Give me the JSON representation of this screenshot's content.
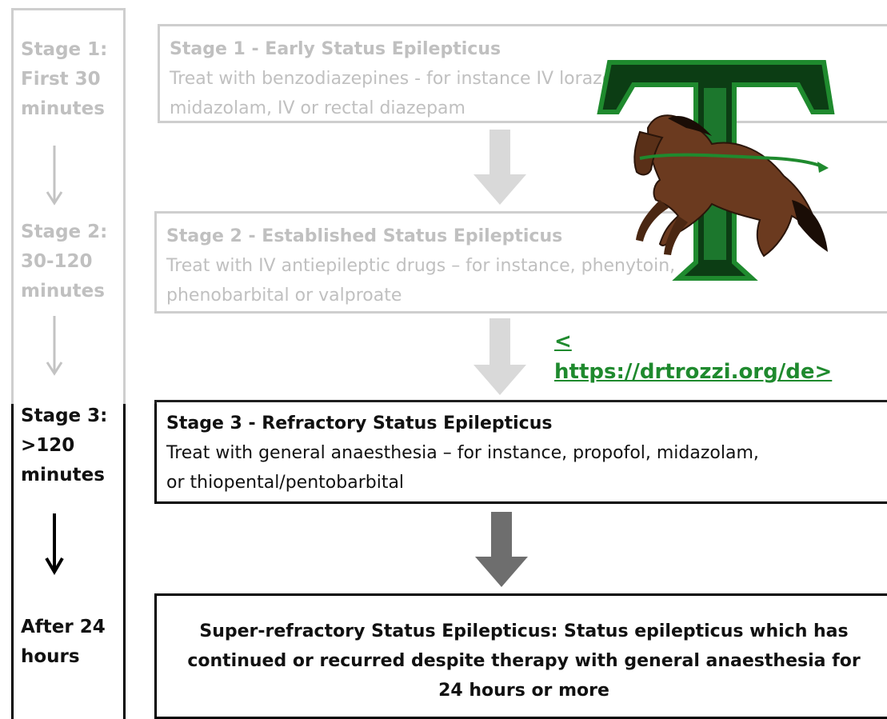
{
  "stages": [
    {
      "label_lines": [
        "Stage 1:",
        "First 30",
        "minutes"
      ],
      "title": "Stage 1  -  Early Status Epilepticus",
      "text_lines": [
        "Treat with benzodiazepines -  for instance IV lorazepam, buccal",
        "midazolam, IV or rectal diazepam"
      ]
    },
    {
      "label_lines": [
        "Stage 2:",
        "30-120",
        "minutes"
      ],
      "title": "Stage 2  -  Established Status Epilepticus",
      "text_lines": [
        "Treat with IV antiepileptic drugs –  for instance, phenytoin,",
        "phenobarbital or valproate"
      ]
    },
    {
      "label_lines": [
        "Stage 3:",
        ">120",
        "minutes"
      ],
      "title": "Stage 3  -  Refractory Status Epilepticus",
      "text_lines": [
        "Treat with general anaesthesia – for instance, propofol, midazolam,",
        "or thiopental/pentobarbital"
      ]
    }
  ],
  "final": {
    "label_lines": [
      "After 24",
      "hours"
    ],
    "text_lines": [
      "Super-refractory Status Epilepticus: Status epilepticus which has",
      "continued or recurred despite therapy with general anaesthesia for",
      "24 hours or more"
    ]
  },
  "watermark": {
    "logo_letter": "T",
    "link_line1": "<",
    "link_line2": "https://drtrozzi.org/de>",
    "colors": {
      "green": "#1f8a2e",
      "dark_green": "#0c3d14",
      "horse_brown": "#6b3a1f"
    }
  }
}
